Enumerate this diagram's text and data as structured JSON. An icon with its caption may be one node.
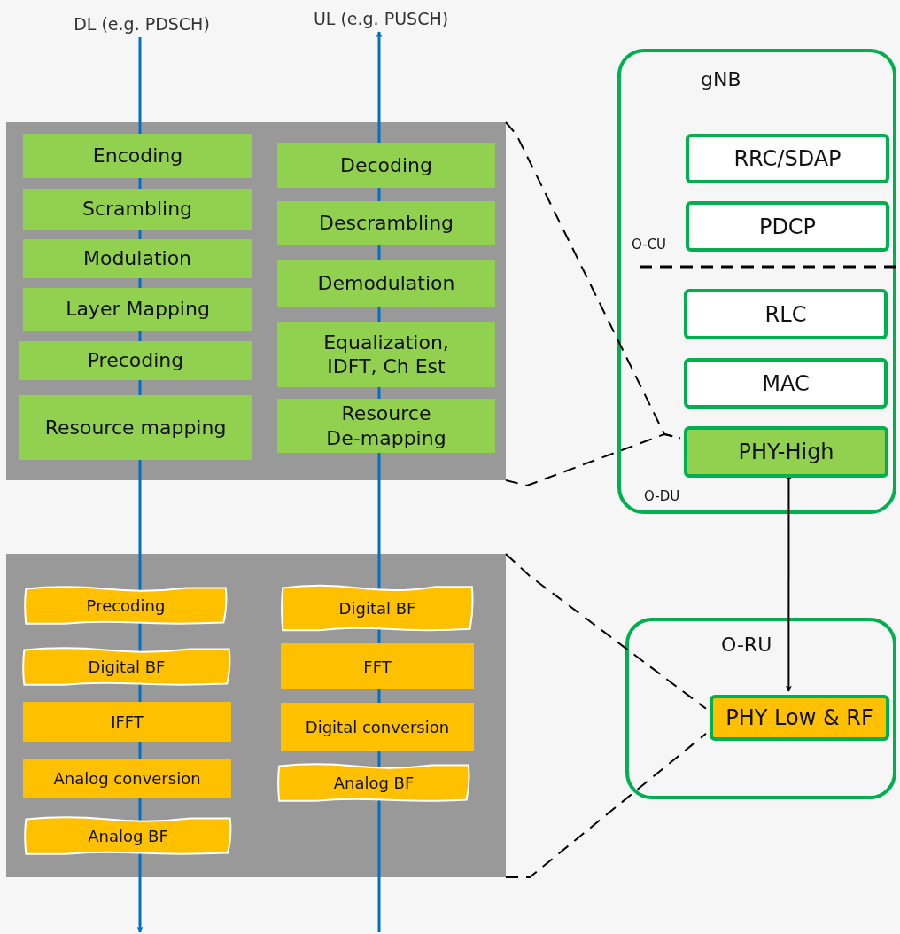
{
  "diagram": {
    "nodes": [
      {
        "text": [],
        "shape": "box"
      },
      {
        "text": [
          "Encoding"
        ],
        "in": 0
      },
      {
        "text": [
          "Scrambling"
        ],
        "in": 0
      },
      {
        "text": [
          "Modulation"
        ],
        "in": 0
      },
      {
        "text": [
          "Layer Mapping"
        ],
        "in": 0
      },
      {
        "text": [
          "Precoding"
        ],
        "in": 0
      },
      {
        "text": [
          "Resource mapping"
        ],
        "in": 0
      },
      {
        "text": [
          "Decoding"
        ],
        "in": 0
      },
      {
        "text": [
          "Descrambling"
        ],
        "in": 0
      },
      {
        "text": [
          "Demodulation"
        ],
        "in": 0
      },
      {
        "text": [
          "Equalization, IDFT, Ch Est"
        ],
        "in": 0
      },
      {
        "text": [
          "Resource De-mapping"
        ],
        "in": 0
      },
      {
        "text": [],
        "shape": "box"
      },
      {
        "text": [
          "Precoding"
        ],
        "in": 12
      },
      {
        "text": [
          "Digital BF"
        ],
        "in": 12
      },
      {
        "text": [
          "IFFT"
        ],
        "in": 12
      },
      {
        "text": [
          "Analog conversion"
        ],
        "in": 12
      },
      {
        "text": [
          "Analog BF"
        ],
        "in": 12
      },
      {
        "text": [
          "Digital BF"
        ],
        "in": 12
      },
      {
        "text": [
          "FFT"
        ],
        "in": 12
      },
      {
        "text": [
          "Digital conversion"
        ],
        "in": 12
      },
      {
        "text": [
          "Analog BF"
        ],
        "in": 12
      },
      {
        "text": [
          "gNB",
          "O-CU",
          "O-DU"
        ]
      },
      {
        "text": [
          "RRC/SDAP"
        ],
        "in": 22
      },
      {
        "text": [
          "PDCP"
        ],
        "in": 22
      },
      {
        "text": [
          "RLC"
        ],
        "in": 22
      },
      {
        "text": [
          "MAC"
        ],
        "in": 22
      },
      {
        "text": [
          "PHY-High"
        ],
        "in": 22
      },
      {
        "text": [
          "O-RU"
        ]
      },
      {
        "text": [
          "PHY Low & RF"
        ],
        "in": 28
      },
      {
        "text": [
          "DL (e.g. PDSCH)"
        ]
      },
      {
        "text": [
          "UL (e.g. PUSCH)"
        ]
      }
    ],
    "edges": [
      {
        "from": 30,
        "to": null,
        "arrow": "to",
        "color": "#0070c0"
      },
      {
        "from": null,
        "to": 31,
        "arrow": "to",
        "color": "#0070c0"
      },
      {
        "from": 27,
        "to": 29,
        "arrow": "both"
      },
      {
        "from": 0,
        "to": 27,
        "arrow": "none",
        "style": "dashed"
      },
      {
        "from": 0,
        "to": 27,
        "arrow": "none",
        "style": "dashed"
      },
      {
        "from": 12,
        "to": 29,
        "arrow": "none",
        "style": "dashed"
      },
      {
        "from": 12,
        "to": 29,
        "arrow": "none",
        "style": "dashed"
      }
    ]
  }
}
